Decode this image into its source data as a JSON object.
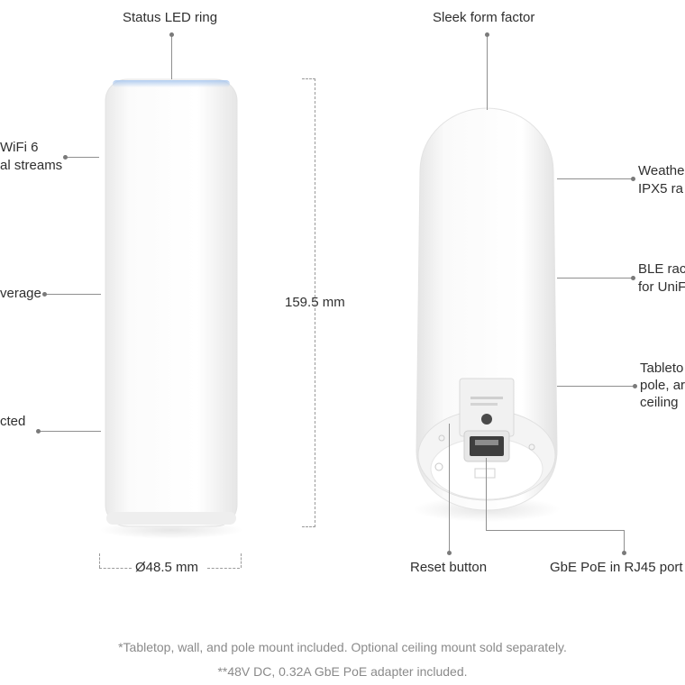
{
  "left_device": {
    "callouts": {
      "status_led": "Status LED ring",
      "wifi_line1": "WiFi 6",
      "wifi_line2": "al streams",
      "coverage": "verage",
      "protected": "cted"
    },
    "height_dimension": "159.5 mm",
    "diameter_dimension": "Ø48.5 mm"
  },
  "right_device": {
    "callouts": {
      "form_factor": "Sleek form factor",
      "weather_line1": "Weathe",
      "weather_line2": "IPX5 ra",
      "ble_line1": "BLE rac",
      "ble_line2": "for UniF",
      "mount_line1": "Tableto",
      "mount_line2": "pole, ar",
      "mount_line3": "ceiling",
      "reset": "Reset button",
      "poe": "GbE PoE in RJ45 port"
    }
  },
  "footnotes": {
    "mount": "*Tabletop, wall, and pole mount included. Optional ceiling mount sold separately.",
    "power": "**48V DC, 0.32A GbE PoE adapter included."
  },
  "colors": {
    "led_accent": "#a9c7ee",
    "device_body": "#f7f7f7",
    "leader_line": "#8f8f8f"
  }
}
